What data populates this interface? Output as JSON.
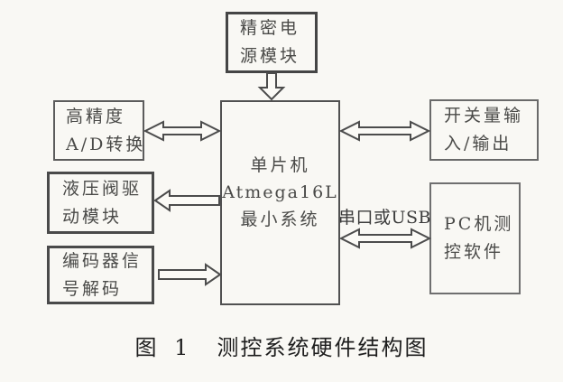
{
  "figure": {
    "boxes": {
      "power": {
        "line1": "精密电",
        "line2": "源模块"
      },
      "adc": {
        "line1": "高精度",
        "line2": "A/D转换"
      },
      "valve": {
        "line1": "液压阀驱",
        "line2": "动模块"
      },
      "encoder": {
        "line1": "编码器信",
        "line2": "号解码"
      },
      "mcu": {
        "line1": "单片机",
        "line2": "Atmega16L",
        "line3": "最小系统"
      },
      "switch_io": {
        "line1": "开关量输",
        "line2": "入/输出"
      },
      "pc": {
        "line1": "PC机测",
        "line2": "控软件"
      }
    },
    "connection_label": "串口或USB",
    "caption": {
      "number": "图 1",
      "title": "测控系统硬件结构图"
    }
  }
}
